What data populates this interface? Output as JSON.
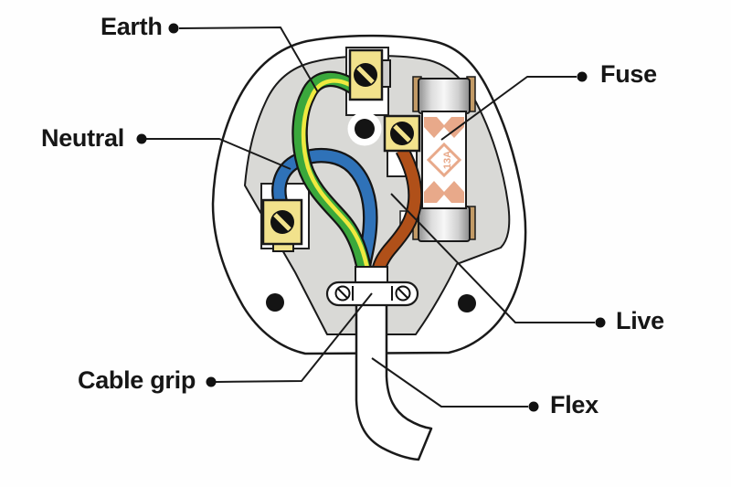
{
  "diagram": {
    "labels": {
      "earth": "Earth",
      "neutral": "Neutral",
      "fuse": "Fuse",
      "live": "Live",
      "cable_grip": "Cable grip",
      "flex": "Flex"
    },
    "fuse_rating": "13A",
    "colors": {
      "outline": "#1a1a1a",
      "body_gray": "#d9d9d6",
      "terminal_yellow": "#f2e28c",
      "terminal_tab_gray": "#cdcdcd",
      "earth_green": "#3aa83c",
      "earth_stripe": "#f0e93f",
      "neutral_blue": "#2f72b8",
      "live_brown": "#b05019",
      "fuse_salmon": "#e8a98a",
      "fuse_clip_tan": "#c29a66",
      "label_text": "#161616"
    }
  }
}
